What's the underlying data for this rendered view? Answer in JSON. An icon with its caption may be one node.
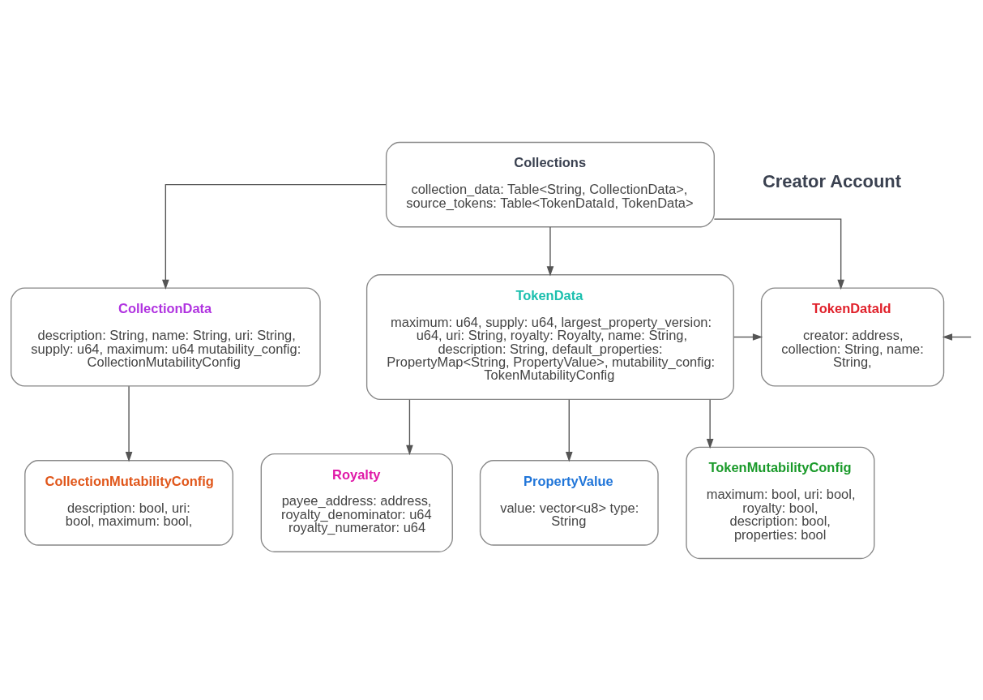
{
  "diagram": {
    "nodes": [
      {
        "text": [
          "Collections",
          "collection_data: Table<String, CollectionData>, source_tokens: Table<TokenDataId, TokenData>"
        ]
      },
      {
        "text": [
          "CollectionData",
          "description: String, name: String, uri: String, supply: u64, maximum: u64 mutability_config: CollectionMutabilityConfig"
        ]
      },
      {
        "text": [
          "TokenData",
          "maximum: u64, supply: u64, largest_property_version: u64, uri: String, royalty: Royalty, name: String, description: String, default_properties: PropertyMap<String, PropertyValue>, mutability_config: TokenMutabilityConfig"
        ]
      },
      {
        "text": [
          "TokenDataId",
          "creator: address, collection: String, name: String,"
        ]
      },
      {
        "text": [
          "CollectionMutabilityConfig",
          "description: bool, uri: bool, maximum: bool,"
        ]
      },
      {
        "text": [
          "Royalty",
          "payee_address: address, royalty_denominator: u64 royalty_numerator: u64"
        ]
      },
      {
        "text": [
          "PropertyValue",
          "value: vector<u8> type: String"
        ]
      },
      {
        "text": [
          "TokenMutabilityConfig",
          "maximum: bool, uri: bool, royalty: bool, description: bool, properties: bool"
        ]
      }
    ],
    "edges": [
      {
        "from": 0,
        "to": 1,
        "arrow": "to"
      },
      {
        "from": 0,
        "to": 2,
        "arrow": "to"
      },
      {
        "from": 0,
        "to": 3,
        "arrow": "to"
      },
      {
        "from": 2,
        "to": 3,
        "arrow": "to"
      },
      {
        "from": null,
        "to": 3,
        "arrow": "to"
      },
      {
        "from": 1,
        "to": 4,
        "arrow": "to"
      },
      {
        "from": 2,
        "to": 5,
        "arrow": "to"
      },
      {
        "from": 2,
        "to": 6,
        "arrow": "to"
      },
      {
        "from": 2,
        "to": 7,
        "arrow": "to"
      }
    ],
    "labels": [
      "Creator Account"
    ]
  }
}
